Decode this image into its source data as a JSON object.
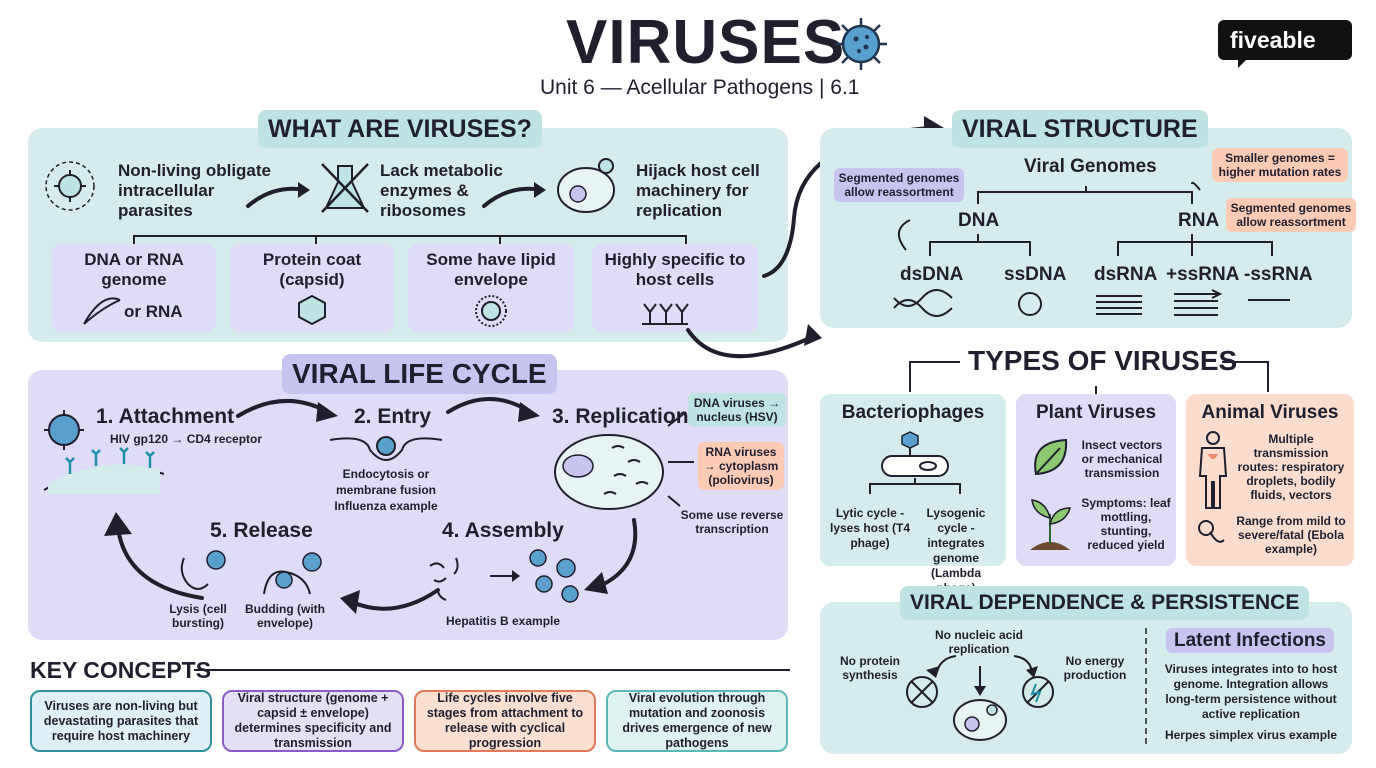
{
  "header": {
    "title": "VIRUSES",
    "subtitle": "Unit 6 — Acellular Pathogens | 6.1",
    "brand": "fiveable"
  },
  "what_are": {
    "heading": "WHAT ARE VIRUSES?",
    "facts": [
      {
        "text": "Non-living obligate intracellular parasites",
        "icon": "virus-icon"
      },
      {
        "text": "Lack metabolic enzymes & ribosomes",
        "icon": "crossed-flask-icon"
      },
      {
        "text": "Hijack host cell machinery for replication",
        "icon": "host-cell-icon"
      }
    ],
    "features": [
      {
        "label": "DNA or RNA genome",
        "extra": "or  RNA",
        "icon": "dna-icon"
      },
      {
        "label": "Protein coat (capsid)",
        "icon": "capsid-icon"
      },
      {
        "label": "Some have lipid envelope",
        "icon": "envelope-icon"
      },
      {
        "label": "Highly specific to host cells",
        "icon": "receptor-icon"
      }
    ]
  },
  "structure": {
    "heading": "VIRAL STRUCTURE",
    "root": "Viral Genomes",
    "branches": [
      "DNA",
      "RNA"
    ],
    "leaves": [
      "dsDNA",
      "ssDNA",
      "dsRNA",
      "+ssRNA",
      "-ssRNA"
    ],
    "note_left": "Segmented genomes allow reassortment",
    "note_right_top": "Smaller genomes = higher mutation rates",
    "note_right_bottom": "Segmented genomes allow reassortment"
  },
  "life_cycle": {
    "heading": "VIRAL LIFE CYCLE",
    "steps": [
      {
        "title": "1. Attachment",
        "detail": "HIV gp120 → CD4 receptor"
      },
      {
        "title": "2. Entry",
        "detail": "Endocytosis or membrane fusion Influenza example"
      },
      {
        "title": "3. Replication",
        "detail": ""
      },
      {
        "title": "4. Assembly",
        "detail": "Hepatitis B example"
      },
      {
        "title": "5. Release",
        "detail": ""
      }
    ],
    "release_modes": [
      "Lysis (cell bursting)",
      "Budding (with envelope)"
    ],
    "dna_note": "DNA viruses → nucleus (HSV)",
    "rna_note": "RNA viruses → cytoplasm (poliovirus)",
    "reverse_note": "Some use reverse transcription"
  },
  "types": {
    "heading": "TYPES OF VIRUSES",
    "categories": [
      {
        "title": "Bacteriophages",
        "lines": [
          "Lytic cycle - lyses host (T4 phage)",
          "Lysogenic cycle - integrates genome (Lambda phage)"
        ]
      },
      {
        "title": "Plant Viruses",
        "lines": [
          "Insect vectors or mechanical transmission",
          "Symptoms: leaf mottling, stunting, reduced yield"
        ]
      },
      {
        "title": "Animal Viruses",
        "lines": [
          "Multiple transmission routes: respiratory droplets, bodily fluids, vectors",
          "Range from mild to severe/fatal (Ebola example)"
        ]
      }
    ]
  },
  "dependence": {
    "heading": "VIRAL DEPENDENCE & PERSISTENCE",
    "items": [
      "No protein synthesis",
      "No nucleic acid replication",
      "No energy production"
    ],
    "latent_title": "Latent Infections",
    "latent_text": "Viruses integrates into to host genome. Integration allows long-term persistence without active replication",
    "latent_example": "Herpes simplex virus example"
  },
  "key_concepts": {
    "heading": "KEY CONCEPTS",
    "cards": [
      {
        "text": "Viruses are non-living but devastating parasites that require host machinery",
        "color": "#2f8fa0"
      },
      {
        "text": "Viral structure (genome + capsid ± envelope) determines specificity and transmission",
        "color": "#8a5cc8"
      },
      {
        "text": "Life cycles involve five stages from attachment to release with cyclical progression",
        "color": "#e07a5a"
      },
      {
        "text": "Viral evolution through mutation and zoonosis drives emergence of new pathogens",
        "color": "#5cb8b8"
      }
    ]
  }
}
